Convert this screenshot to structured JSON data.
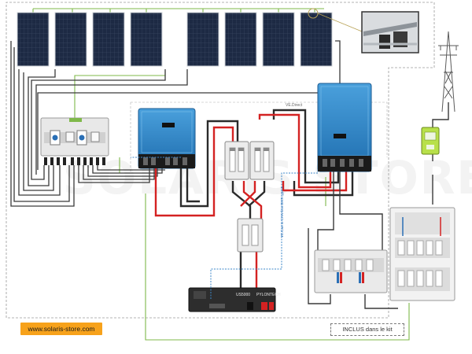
{
  "website_tag": "www.solaris-store.com",
  "kit_note": "INCLUS dans le kit",
  "vedirect_label": "VE.Direct",
  "bms_cable_label": "VE.Can to CAN-bus BMS type A",
  "watermark_text": "SOLARIS STORE",
  "battery": {
    "model": "US5000",
    "brand": "PYLONTECH"
  },
  "colors": {
    "positive_cable": "#d42222",
    "negative_cable": "#2b2b2b",
    "pv_cable": "#3a3a3a",
    "earth_cable": "#7fb84a",
    "comm_cable": "#3c87c9",
    "victron_blue": "#2f86c8",
    "tag_orange": "#f7a21b"
  },
  "components": [
    {
      "name": "solar-panel-array",
      "icon": "solar-panel-icon",
      "count": 8
    },
    {
      "name": "pv-combiner-box",
      "icon": "breaker-box-icon"
    },
    {
      "name": "mppt-charge-controller",
      "icon": "charge-controller-icon"
    },
    {
      "name": "battery-fuse-switches",
      "icon": "fuse-switch-icon"
    },
    {
      "name": "battery-disconnect",
      "icon": "fuse-switch-icon"
    },
    {
      "name": "lithium-battery",
      "icon": "battery-icon"
    },
    {
      "name": "multiplus-inverter-charger",
      "icon": "inverter-icon"
    },
    {
      "name": "ac-distribution-panel",
      "icon": "breaker-panel-icon"
    },
    {
      "name": "electrical-distribution-board",
      "icon": "distribution-board-icon"
    },
    {
      "name": "utility-meter",
      "icon": "meter-icon"
    },
    {
      "name": "power-pylon",
      "icon": "pylon-icon"
    },
    {
      "name": "mounting-detail-photo",
      "icon": "mounting-bracket-icon"
    }
  ]
}
